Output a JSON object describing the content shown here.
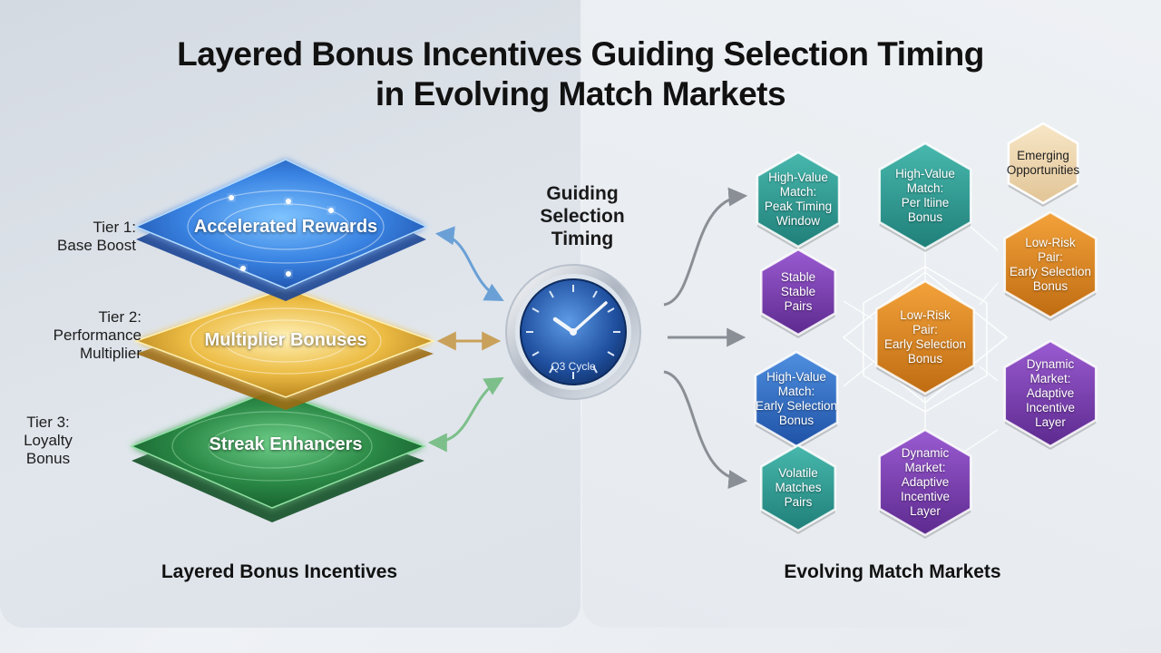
{
  "title": {
    "line1": "Layered Bonus Incentives Guiding Selection Timing",
    "line2": "in Evolving Match Markets"
  },
  "layers": [
    {
      "name": "Accelerated Rewards",
      "tier": [
        "Tier 1:",
        "Base Boost"
      ],
      "color": "#3b7fe0"
    },
    {
      "name": "Multiplier Bonuses",
      "tier": [
        "Tier 2:",
        "Performance",
        "Multiplier"
      ],
      "color": "#e6b43c"
    },
    {
      "name": "Streak Enhancers",
      "tier": [
        "Tier 3:",
        "Loyalty",
        "Bonus"
      ],
      "color": "#2e8a47"
    }
  ],
  "left_section_label": "Layered Bonus Incentives",
  "right_section_label": "Evolving Match Markets",
  "center": {
    "label": [
      "Guiding",
      "Selection",
      "Timing"
    ],
    "clock_text": "Q3 Cycle"
  },
  "markets": [
    {
      "id": "m1",
      "lines": [
        "High-Value",
        "Match:",
        "Peak Timing",
        "Window"
      ],
      "color": "teal"
    },
    {
      "id": "m2",
      "lines": [
        "High-Value",
        "Match:",
        "Per ltiine",
        "Bonus"
      ],
      "color": "teal"
    },
    {
      "id": "m3",
      "lines": [
        "Emerging",
        "Opportunities"
      ],
      "color": "beige"
    },
    {
      "id": "m4",
      "lines": [
        "Low-Risk",
        "Pair:",
        "Early Selection",
        "Bonus"
      ],
      "color": "orange"
    },
    {
      "id": "m5",
      "lines": [
        "Stable",
        "Stable",
        "Pairs"
      ],
      "color": "purple"
    },
    {
      "id": "m6",
      "lines": [
        "Low-Risk",
        "Pair:",
        "Early Selection",
        "Bonus"
      ],
      "color": "orange"
    },
    {
      "id": "m7",
      "lines": [
        "High-Value",
        "Match:",
        "Early Selection",
        "Bonus"
      ],
      "color": "blue"
    },
    {
      "id": "m8",
      "lines": [
        "Dynamic",
        "Market:",
        "Adaptive",
        "Incentive",
        "Layer"
      ],
      "color": "purple"
    },
    {
      "id": "m9",
      "lines": [
        "Volatile",
        "Matches",
        "Pairs"
      ],
      "color": "teal"
    },
    {
      "id": "m10",
      "lines": [
        "Dynamic",
        "Market:",
        "Adaptive",
        "Incentive",
        "Layer"
      ],
      "color": "purple"
    }
  ],
  "palette": {
    "teal": "#2f9e97",
    "purple": "#7b3fb0",
    "orange": "#e08a1e",
    "blue": "#2f6fcb",
    "beige": "#efd9b4"
  }
}
